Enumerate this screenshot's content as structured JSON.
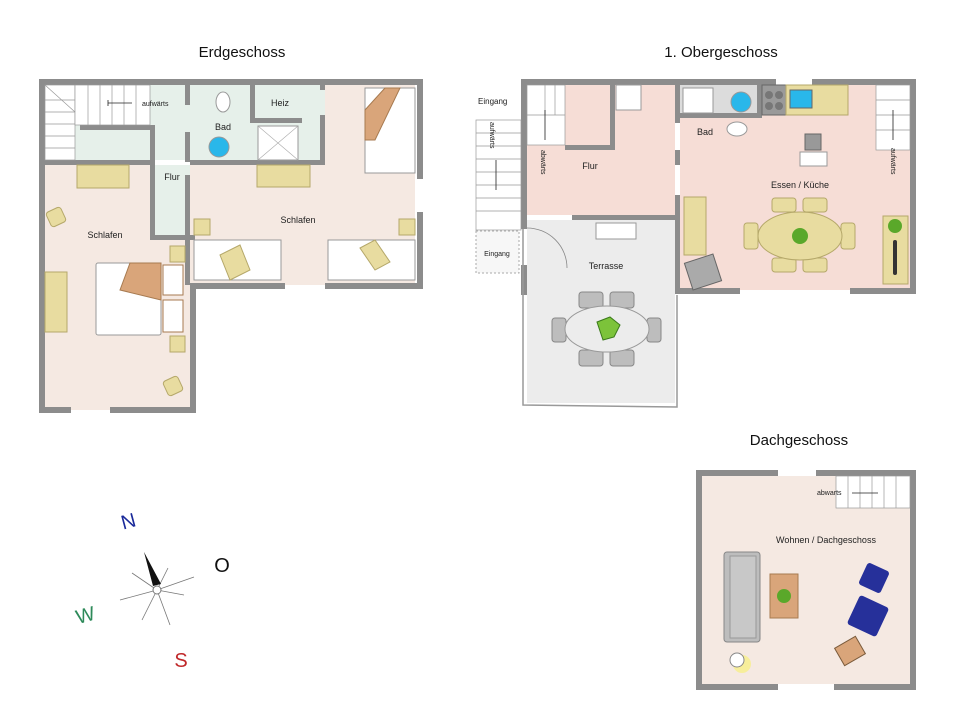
{
  "floors": {
    "ground": {
      "title": "Erdgeschoss",
      "rooms": {
        "bath": "Bad",
        "heating": "Heiz",
        "hall": "Flur",
        "bedroom_left": "Schlafen",
        "bedroom_right": "Schlafen"
      },
      "stairs_label": "aufwärts"
    },
    "first": {
      "title": "1. Obergeschoss",
      "rooms": {
        "hall": "Flur",
        "bath": "Bad",
        "dining_kitchen": "Essen / Küche",
        "terrace": "Terrasse"
      },
      "entrance_top": "Eingang",
      "entrance_side": "Eingang",
      "stairs_outside": "aufwärts",
      "stairs_inside_down": "abwärts",
      "stairs_inside_up": "aufwärts"
    },
    "attic": {
      "title": "Dachgeschoss",
      "rooms": {
        "living": "Wohnen / Dachgeschoss"
      },
      "stairs_label": "abwarts"
    }
  },
  "compass": {
    "north": "N",
    "east": "O",
    "south": "S",
    "west": "W",
    "colors": {
      "north": "#1a2a9a",
      "east": "#111111",
      "south": "#c0282a",
      "west": "#2e8a5a"
    }
  },
  "colors": {
    "wall": "#8c8c8c",
    "floor_pink": "#f6ddd6",
    "floor_beige": "#f5e9e2",
    "floor_mint": "#e6f0ea",
    "floor_grey": "#ececec",
    "furniture_yellow": "#e8dca0",
    "bed_orange": "#d9a57a",
    "sink_blue": "#29b7ea",
    "chair_navy": "#26309a",
    "plant_green": "#5aa82a"
  }
}
